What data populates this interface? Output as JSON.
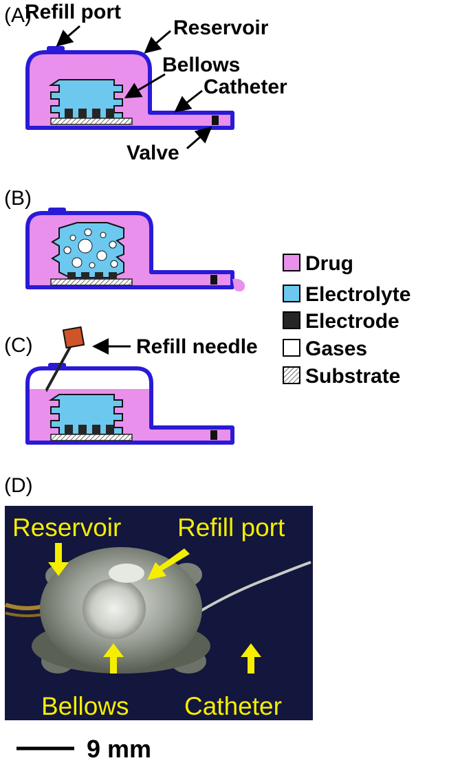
{
  "panels": {
    "a": {
      "letter": "(A)"
    },
    "b": {
      "letter": "(B)"
    },
    "c": {
      "letter": "(C)"
    },
    "d": {
      "letter": "(D)"
    }
  },
  "labels_a": {
    "refill_port": "Refill port",
    "reservoir": "Reservoir",
    "bellows": "Bellows",
    "catheter": "Catheter",
    "valve": "Valve"
  },
  "label_c": {
    "refill_needle": "Refill needle"
  },
  "legend": [
    {
      "name": "Drug",
      "color": "#e890ec"
    },
    {
      "name": "Electrolyte",
      "color": "#6cc8ee"
    },
    {
      "name": "Electrode",
      "color": "#262626"
    },
    {
      "name": "Gases",
      "color": "#ffffff"
    },
    {
      "name": "Substrate",
      "color": "hatched"
    }
  ],
  "photo_labels": {
    "reservoir": "Reservoir",
    "refill_port": "Refill port",
    "bellows": "Bellows",
    "catheter": "Catheter"
  },
  "scale_bar": {
    "label": "9 mm"
  },
  "colors": {
    "outline": "#2a1ad6",
    "drug": "#e890ec",
    "electrolyte": "#6cc8ee",
    "electrode": "#262626",
    "photo_background": "#13163d",
    "photo_label": "#f5ee00",
    "needle_hub": "#d0542a"
  }
}
